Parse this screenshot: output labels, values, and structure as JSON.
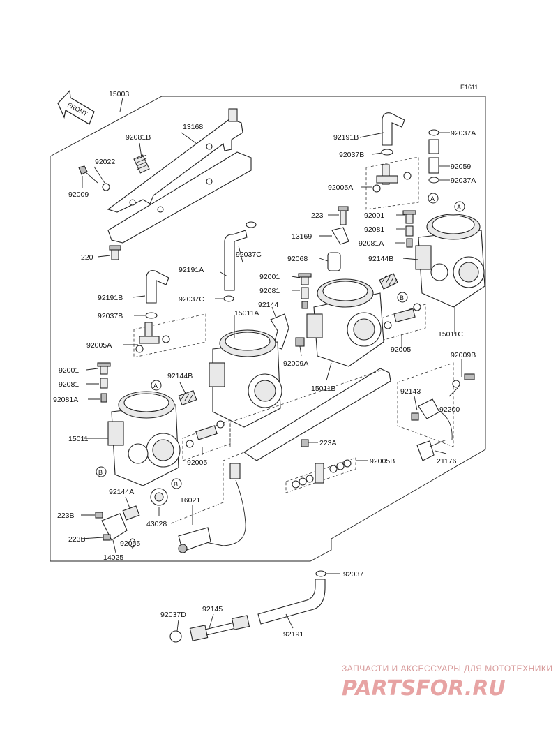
{
  "diagram_id": "E1611",
  "front_arrow_label": "FRONT",
  "labels": {
    "p15003": "15003",
    "p13168": "13168",
    "p92081B_a": "92081B",
    "p92022": "92022",
    "p92009": "92009",
    "p220": "220",
    "p92191B_top": "92191B",
    "p92037B_top": "92037B",
    "p92005A_top": "92005A",
    "p92037A_1": "92037A",
    "p92059": "92059",
    "p92037A_2": "92037A",
    "p223": "223",
    "p13169": "13169",
    "p92001_r": "92001",
    "p92081_r": "92081",
    "p92081A_r": "92081A",
    "p92144B_r": "92144B",
    "p92068": "92068",
    "p92001_m": "92001",
    "p92081_m": "92081",
    "p92144": "92144",
    "p92037C_1": "92037C",
    "p92191A": "92191A",
    "p92037C_2": "92037C",
    "p15011A": "15011A",
    "p92191B_l": "92191B",
    "p92037B_l": "92037B",
    "p92005A_l": "92005A",
    "p92005_r": "92005",
    "p15011C": "15011C",
    "p92009B": "92009B",
    "p92009A": "92009A",
    "p15011B": "15011B",
    "p92001_l": "92001",
    "p92081_l": "92081",
    "p92081A_l": "92081A",
    "p92144B_m": "92144B",
    "p92143": "92143",
    "p92200": "92200",
    "p15011": "15011",
    "p92005_m": "92005",
    "p223A": "223A",
    "p92005B": "92005B",
    "p21176": "21176",
    "p92144A": "92144A",
    "p16021": "16021",
    "p223B_1": "223B",
    "p43028": "43028",
    "p223B_2": "223B",
    "p92055": "92055",
    "p14025": "14025",
    "p92037": "92037",
    "p92037D": "92037D",
    "p92145": "92145",
    "p92191": "92191"
  },
  "callouts": {
    "A": "A",
    "B": "B"
  },
  "watermark": {
    "tagline": "ЗАПЧАСТИ И АКСЕССУАРЫ ДЛЯ МОТОТЕХНИКИ",
    "logo": "PARTSFOR.RU"
  }
}
